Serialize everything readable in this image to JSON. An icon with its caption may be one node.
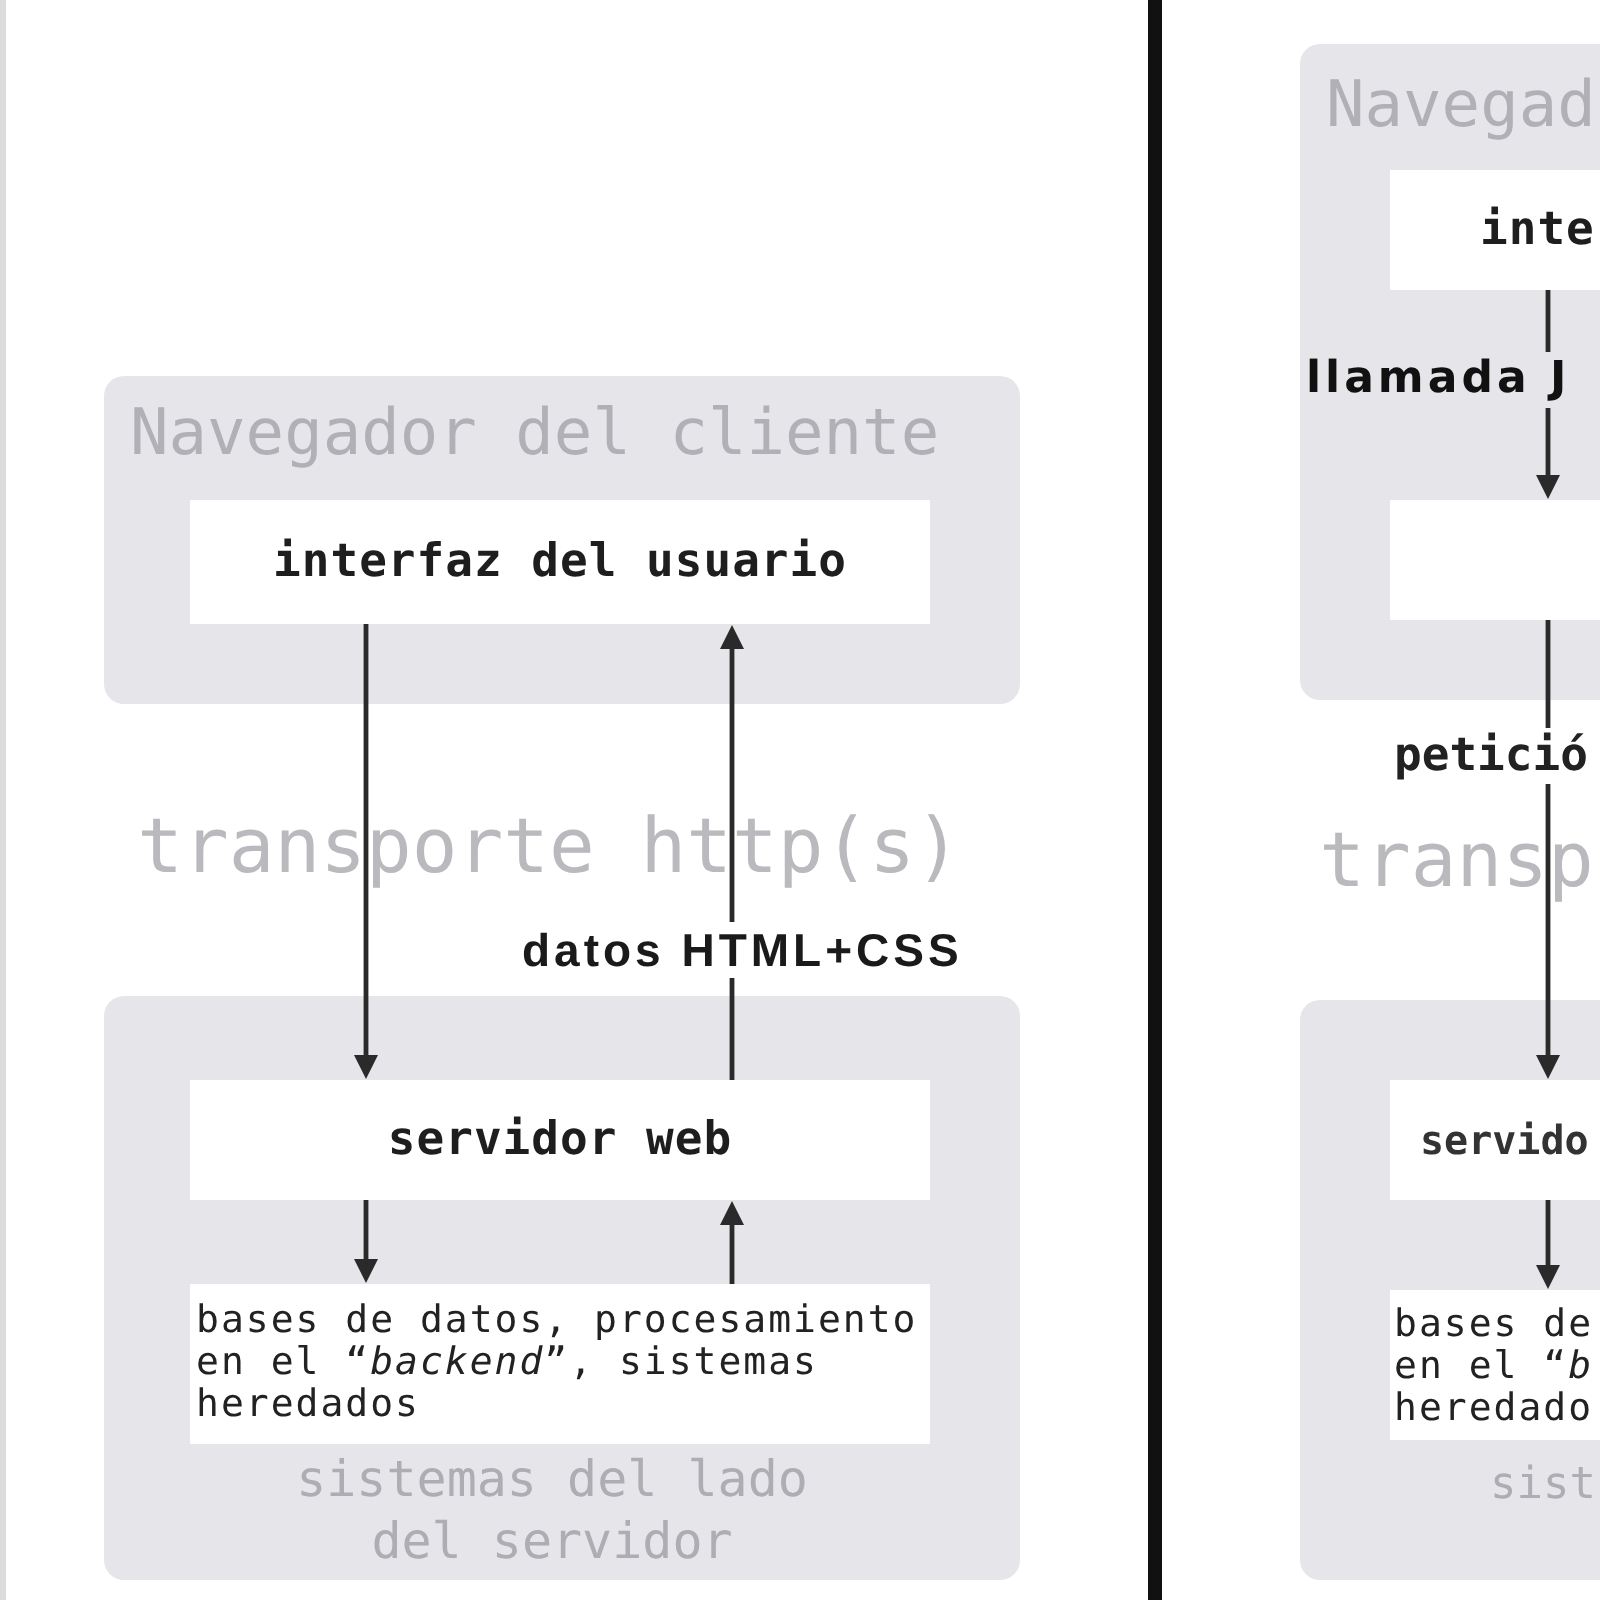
{
  "diagram": {
    "nodes": [
      {
        "text": [
          "Navegador del cliente"
        ]
      },
      {
        "text": [
          "interfaz del usuario"
        ],
        "in": 0
      },
      {
        "text": [
          "sistemas del lado del servidor"
        ]
      },
      {
        "text": [
          "servidor web"
        ],
        "in": 2
      },
      {
        "text": [
          "bases de datos, procesamiento en el “*backend*”, sistemas heredados"
        ],
        "in": 2
      },
      {
        "text": [
          "Navegad"
        ]
      },
      {
        "text": [
          "inte"
        ],
        "in": 5
      },
      {
        "text": [],
        "shape": "box",
        "in": 5
      },
      {
        "text": [
          "sist"
        ]
      },
      {
        "text": [
          "servido"
        ],
        "in": 8
      },
      {
        "text": [
          "bases de en el “*b* heredado"
        ],
        "in": 8
      }
    ],
    "edges": [
      {
        "from": 1,
        "to": 3,
        "arrow": "to"
      },
      {
        "from": 3,
        "to": 1,
        "arrow": "to",
        "label": "datos HTML+CSS"
      },
      {
        "from": 3,
        "to": 4,
        "arrow": "to"
      },
      {
        "from": 4,
        "to": 3,
        "arrow": "to"
      },
      {
        "from": 6,
        "to": 7,
        "arrow": "to",
        "label": "llamada J"
      },
      {
        "from": 7,
        "to": 9,
        "arrow": "to",
        "label": "petició"
      },
      {
        "from": 9,
        "to": 10,
        "arrow": "to"
      }
    ],
    "labels": [
      "transporte http(s)",
      "transp"
    ]
  }
}
